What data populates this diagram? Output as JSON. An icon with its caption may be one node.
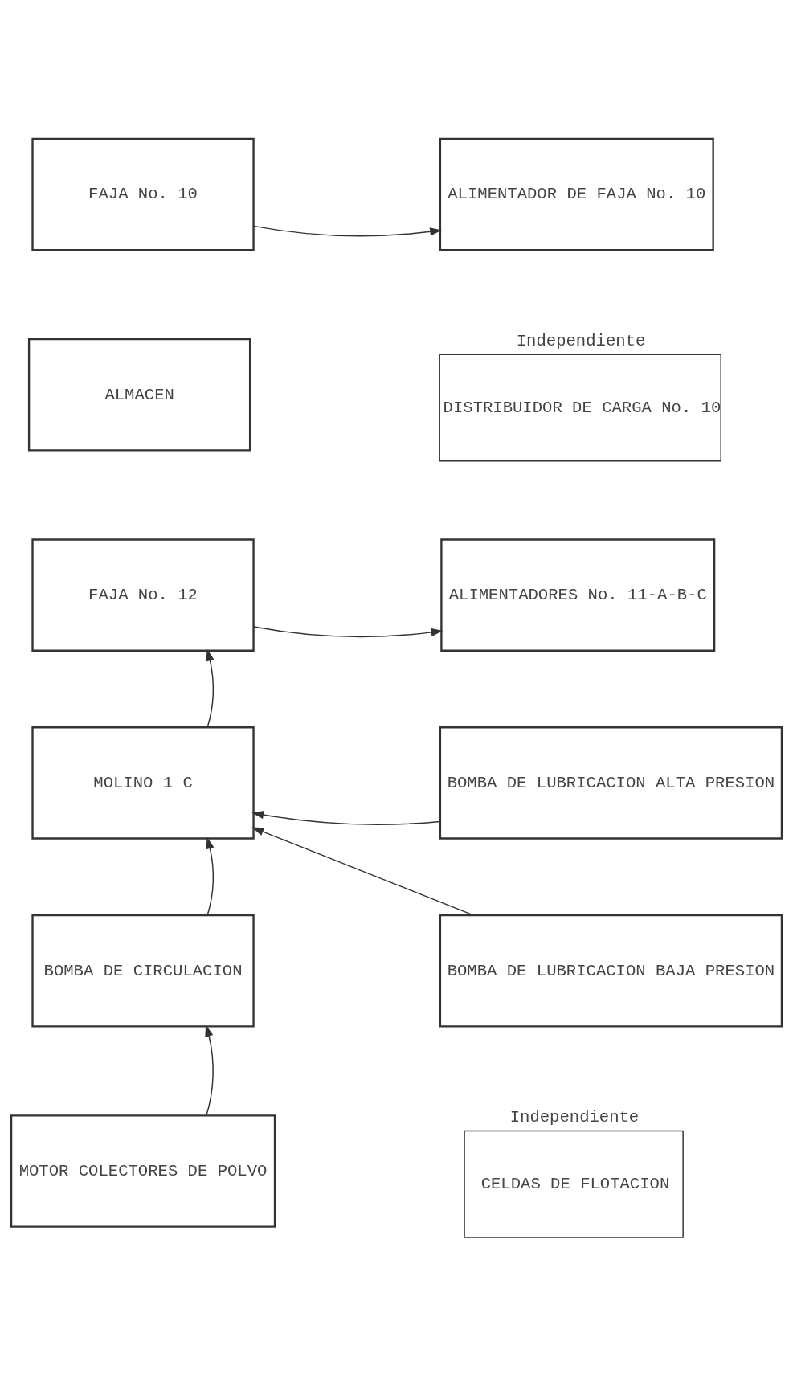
{
  "diagram": {
    "nodes": [
      {
        "text": [
          "FAJA No. 10"
        ]
      },
      {
        "text": [
          "ALIMENTADOR DE FAJA No. 10"
        ]
      },
      {
        "text": [
          "ALMACEN"
        ]
      },
      {
        "text": [
          "DISTRIBUIDOR DE CARGA No. 10"
        ],
        "beside": [
          "Independiente"
        ]
      },
      {
        "text": [
          "FAJA No. 12"
        ]
      },
      {
        "text": [
          "ALIMENTADORES No. 11-A-B-C"
        ]
      },
      {
        "text": [
          "MOLINO 1 C"
        ]
      },
      {
        "text": [
          "BOMBA DE LUBRICACION ALTA PRESION"
        ]
      },
      {
        "text": [
          "BOMBA DE CIRCULACION"
        ]
      },
      {
        "text": [
          "BOMBA DE LUBRICACION BAJA PRESION"
        ]
      },
      {
        "text": [
          "MOTOR COLECTORES DE POLVO"
        ]
      },
      {
        "text": [
          "CELDAS DE FLOTACION"
        ],
        "beside": [
          "Independiente"
        ]
      }
    ],
    "edges": [
      {
        "from": 0,
        "to": 1,
        "arrow": "to"
      },
      {
        "from": 4,
        "to": 5,
        "arrow": "to"
      },
      {
        "from": 6,
        "to": 4,
        "arrow": "to"
      },
      {
        "from": 7,
        "to": 6,
        "arrow": "to"
      },
      {
        "from": 9,
        "to": 6,
        "arrow": "to"
      },
      {
        "from": 8,
        "to": 6,
        "arrow": "to"
      },
      {
        "from": 10,
        "to": 8,
        "arrow": "to"
      }
    ]
  }
}
